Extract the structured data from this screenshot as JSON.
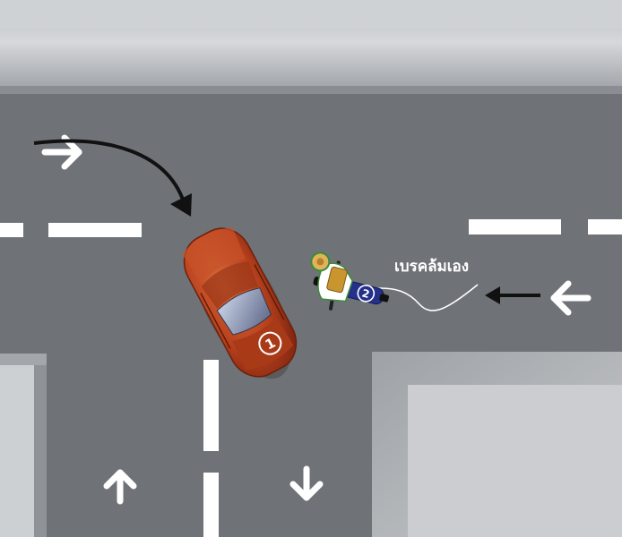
{
  "diagram": {
    "vehicles": [
      {
        "type": "car",
        "number": "1",
        "color": "#b6401c"
      },
      {
        "type": "motorcycle",
        "number": "2",
        "color": "#24308a"
      }
    ],
    "annotation": "เบรคล้มเอง",
    "direction_icons": [
      "arrow-right-icon",
      "arrow-left-icon",
      "arrow-up-icon",
      "arrow-down-icon"
    ],
    "colors": {
      "road": "#6f7378",
      "sidewalk": "#c9ccd0",
      "marking": "#ffffff",
      "path_arrow": "#111111"
    }
  }
}
